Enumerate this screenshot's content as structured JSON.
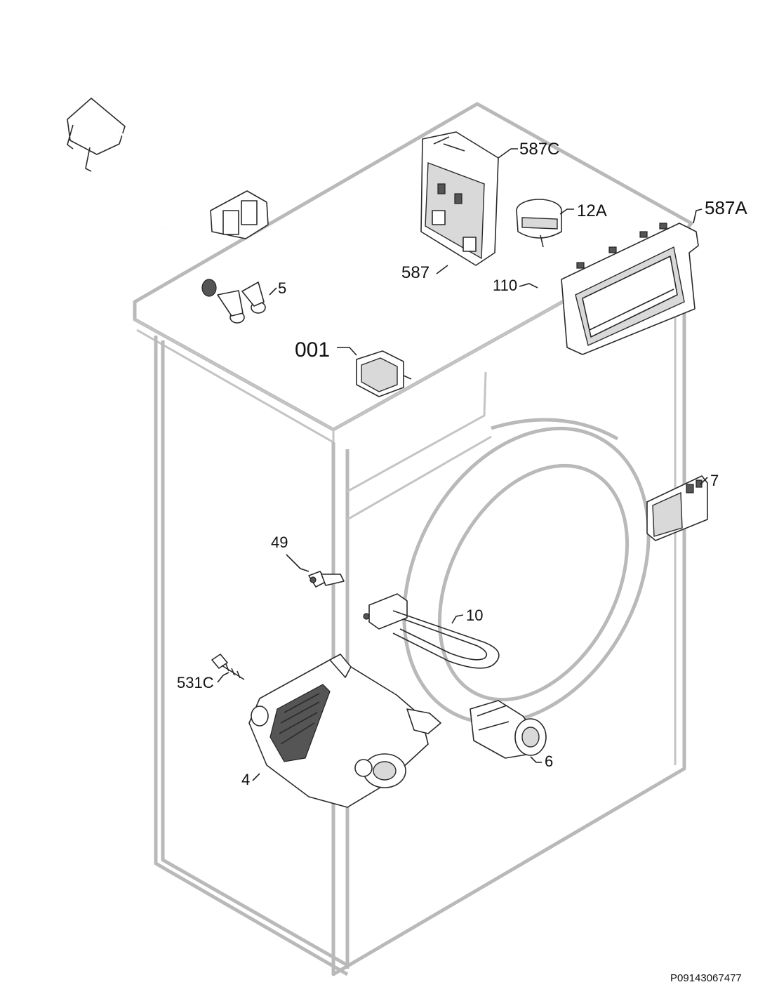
{
  "figure_code": "P09143067477",
  "parts": [
    {
      "id": "mains-cable",
      "label": ""
    },
    {
      "id": "control-board-cover",
      "label": "587C"
    },
    {
      "id": "control-board",
      "label": "587"
    },
    {
      "id": "pressure-switch",
      "label": "12A"
    },
    {
      "id": "display-board",
      "label": "587A"
    },
    {
      "id": "hose",
      "label": "110"
    },
    {
      "id": "inlet-valve",
      "label": "5"
    },
    {
      "id": "interference-filter",
      "label": "001"
    },
    {
      "id": "door-interlock",
      "label": "7"
    },
    {
      "id": "ntc-sensor",
      "label": "49"
    },
    {
      "id": "heating-element",
      "label": "10"
    },
    {
      "id": "screw",
      "label": "531C"
    },
    {
      "id": "motor",
      "label": "4"
    },
    {
      "id": "drain-pump",
      "label": "6"
    }
  ]
}
